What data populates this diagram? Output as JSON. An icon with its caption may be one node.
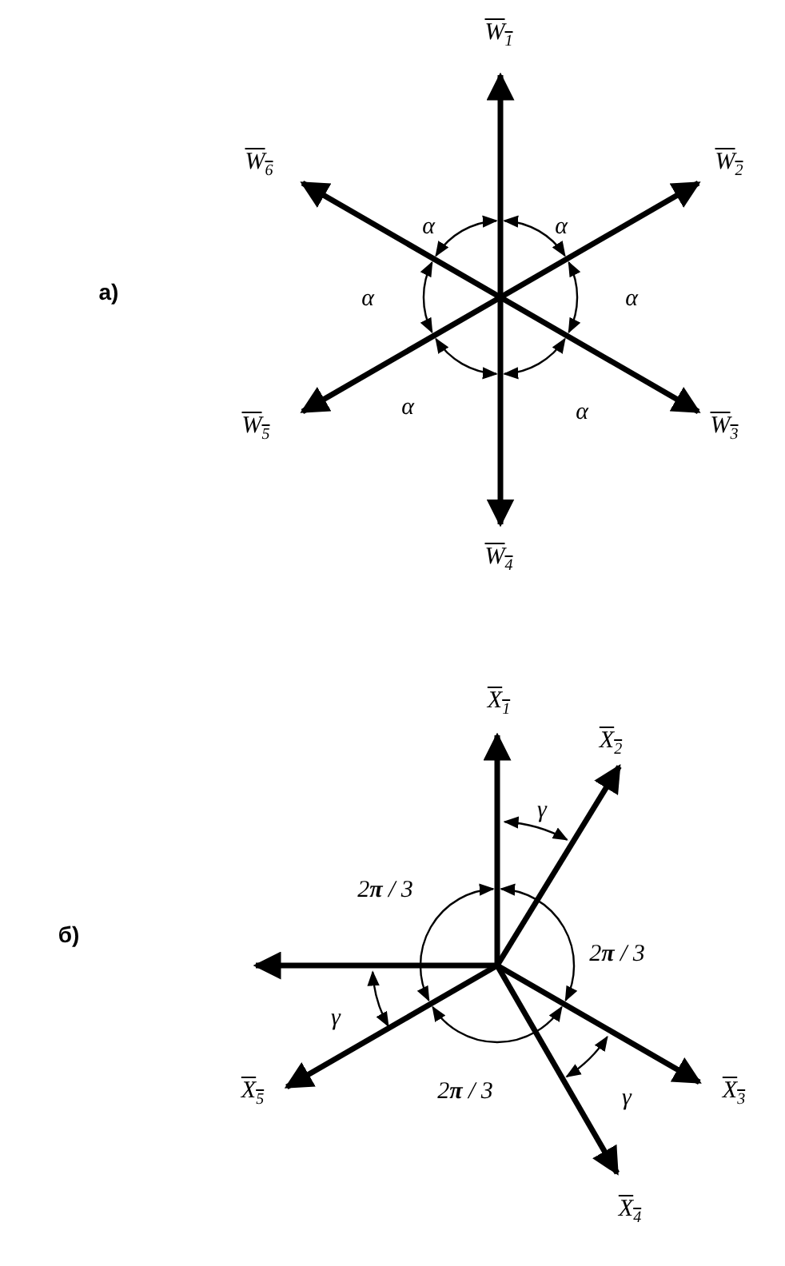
{
  "diagram": {
    "labels": [
      "а)",
      "W$_{1}$",
      "W$_{6}$",
      "α",
      "α",
      "W$_{2}$",
      "α",
      "α",
      "W$_{5}$",
      "α",
      "α",
      "W$_{3}$",
      "W$_{4}$",
      "б)",
      "X$_{1}$",
      "X$_{2}$",
      "γ",
      "2**π** / 3",
      "2**π** / 3",
      "γ",
      "X$_{5}$",
      "2**π** / 3",
      "γ",
      "X$_{3}$",
      "X$_{4}$"
    ]
  }
}
